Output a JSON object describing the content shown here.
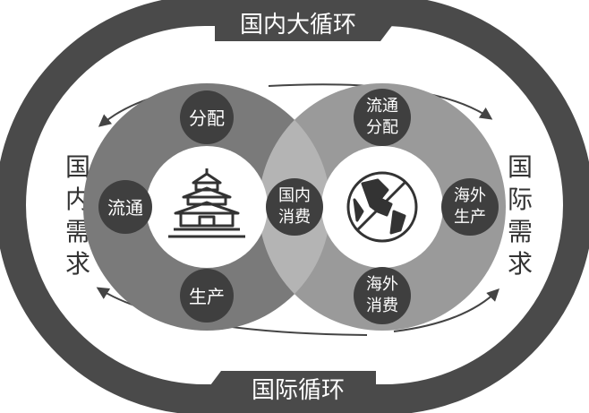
{
  "outer_ring": {
    "top_label": "国内大循环",
    "bottom_label": "国际循环",
    "left_label": [
      "国",
      "内",
      "需",
      "求"
    ],
    "right_label": [
      "国",
      "际",
      "需",
      "求"
    ]
  },
  "domestic_circle": {
    "icon": "temple-of-heaven-icon",
    "nodes": {
      "top": "分配",
      "left": "流通",
      "bottom": "生产",
      "right": [
        "国内",
        "消费"
      ]
    }
  },
  "international_circle": {
    "icon": "globe-icon",
    "nodes": {
      "top": [
        "流通",
        "分配"
      ],
      "right": [
        "海外",
        "生产"
      ],
      "bottom": [
        "海外",
        "消费"
      ]
    }
  },
  "colors": {
    "ring": "#4a4a4a",
    "domestic_fill": "#7a7a7a",
    "international_fill": "#9a9a9a",
    "overlap_fill": "#b4b4b4",
    "node_fill": "#3f3f3f",
    "text_dark": "#333333",
    "text_light": "#ffffff"
  }
}
